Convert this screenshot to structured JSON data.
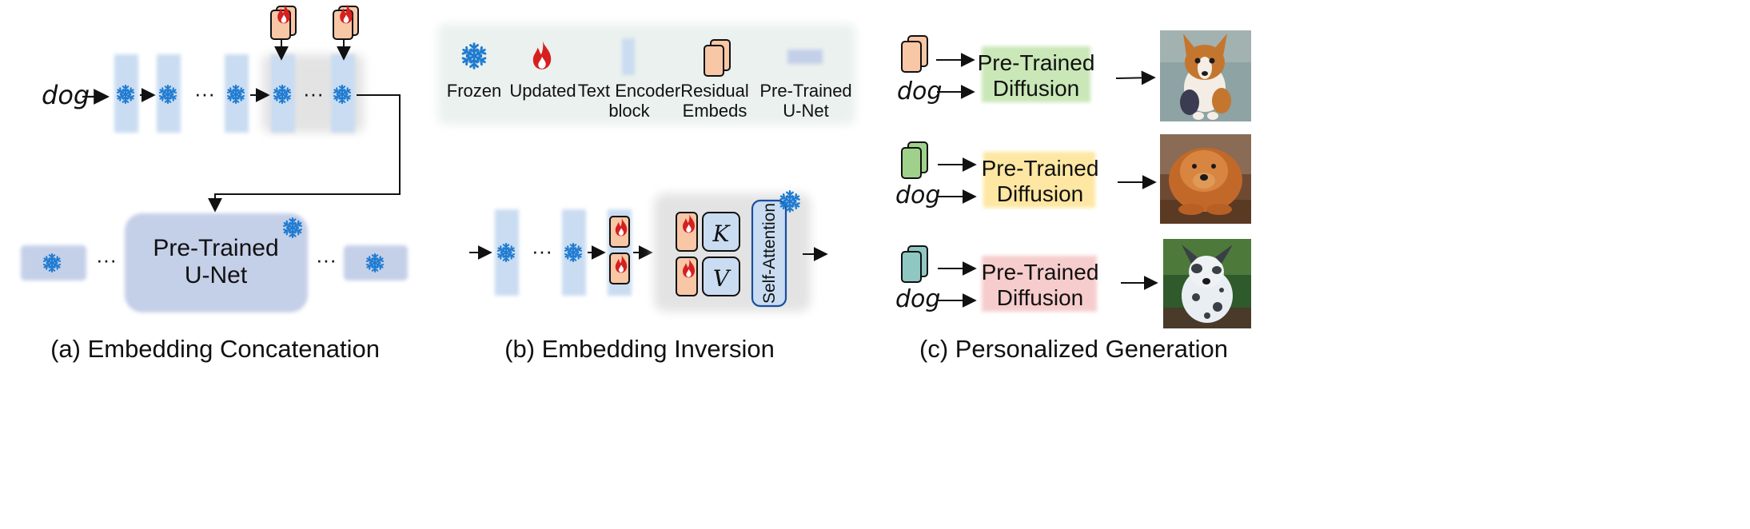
{
  "panels": {
    "a": {
      "caption": "(a) Embedding Concatenation",
      "input_word": "dog",
      "ellipsis": "···",
      "unet_label_line1": "Pre-Trained",
      "unet_label_line2": "U-Net"
    },
    "b": {
      "caption": "(b) Embedding  Inversion",
      "ellipsis": "···",
      "key_symbol": "K",
      "value_symbol": "V",
      "attention_label": "Self-Attention",
      "legend": [
        {
          "icon": "snowflake-icon",
          "label_lines": [
            "Frozen"
          ]
        },
        {
          "icon": "flame-icon",
          "label_lines": [
            "Updated"
          ]
        },
        {
          "icon": "text-encoder-block-icon",
          "label_lines": [
            "Text Encoder",
            "block"
          ]
        },
        {
          "icon": "residual-embeds-icon",
          "label_lines": [
            "Residual",
            "Embeds"
          ]
        },
        {
          "icon": "unet-icon",
          "label_lines": [
            "Pre-Trained",
            "U-Net"
          ]
        }
      ]
    },
    "c": {
      "caption": "(c) Personalized Generation",
      "rows": [
        {
          "word": "dog",
          "box_line1": "Pre-Trained",
          "box_line2": "Diffusion",
          "box_color": "#c9e7b7",
          "embed_color": "#f7c7a6",
          "image": "corgi-puppy-image"
        },
        {
          "word": "dog",
          "box_line1": "Pre-Trained",
          "box_line2": "Diffusion",
          "box_color": "#fde7a2",
          "embed_color": "#9fd18b",
          "image": "chow-chow-image"
        },
        {
          "word": "dog",
          "box_line1": "Pre-Trained",
          "box_line2": "Diffusion",
          "box_color": "#f6cccc",
          "embed_color": "#8fc8c3",
          "image": "merle-dog-image"
        }
      ]
    }
  },
  "colors": {
    "encoder_block": "#c9dcf1",
    "unet": "#c4cfe8",
    "residual_embed": "#f7c7a6",
    "snowflake": "#1f7bd1",
    "flame": "#d62020",
    "gray_panel": "#e3e3e3",
    "legend_bg": "#eaf1ee"
  }
}
